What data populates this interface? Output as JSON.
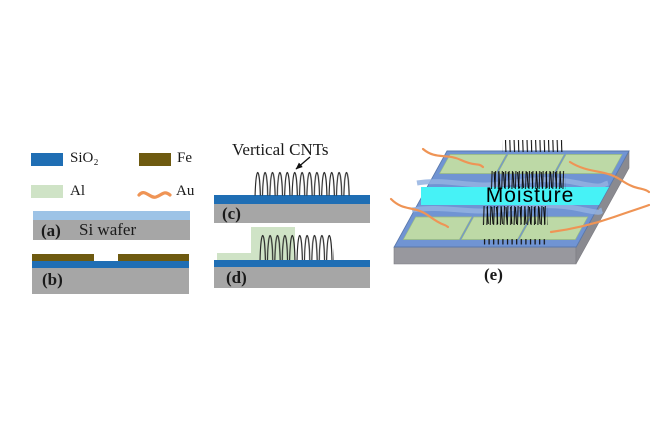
{
  "figure": {
    "legend": {
      "items": [
        {
          "id": "sio2",
          "label": "SiO₂",
          "color": "#1f6eb4",
          "swatch": "rect"
        },
        {
          "id": "fe",
          "label": "Fe",
          "color": "#6e5a10",
          "swatch": "rect"
        },
        {
          "id": "al",
          "label": "Al",
          "color": "#cfe3c6",
          "swatch": "rect"
        },
        {
          "id": "au",
          "label": "Au",
          "color": "#ef9455",
          "swatch": "wavy-line"
        }
      ]
    },
    "panels": {
      "a": {
        "label": "(a)",
        "caption": "Si wafer"
      },
      "b": {
        "label": "(b)"
      },
      "c": {
        "label": "(c)",
        "annotation": "Vertical CNTs"
      },
      "d": {
        "label": "(d)"
      },
      "e": {
        "label": "(e)",
        "band_label": "Moisture"
      }
    },
    "colors": {
      "sio2_blue": "#1f6eb4",
      "thin_oxide_blue": "#9dc3e6",
      "fe_brown": "#6e5a10",
      "al_green": "#cfe3c6",
      "chip_pad_green": "#bdd9a6",
      "au_orange": "#ef9455",
      "wafer_gray": "#a6a6a6",
      "chip_top_blue": "#7094d3",
      "chip_side_gray": "#98989e",
      "moisture_cyan": "#46f2f6",
      "cnt_black": "#262626",
      "background": "#ffffff"
    }
  }
}
